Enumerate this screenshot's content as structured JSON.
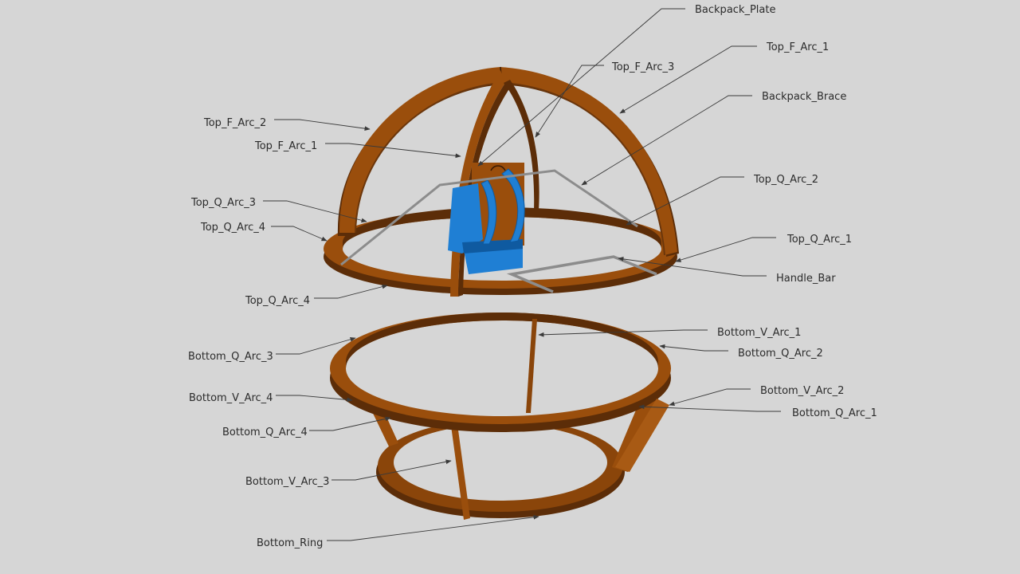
{
  "colors": {
    "background": "#d6d6d6",
    "wood_face": "#9a4e0c",
    "wood_side": "#5c2d08",
    "wood_light": "#b8651c",
    "backpack": "#1f7fd4",
    "backpack_dark": "#0f5aa0",
    "bar": "#8c8c8c",
    "text": "#2b2b2b"
  },
  "labels": {
    "backpack_plate": "Backpack_Plate",
    "top_f_arc_1_right": "Top_F_Arc_1",
    "top_f_arc_3": "Top_F_Arc_3",
    "backpack_brace": "Backpack_Brace",
    "top_f_arc_2": "Top_F_Arc_2",
    "top_f_arc_1_left": "Top_F_Arc_1",
    "top_q_arc_2": "Top_Q_Arc_2",
    "top_q_arc_3": "Top_Q_Arc_3",
    "top_q_arc_4_upper": "Top_Q_Arc_4",
    "top_q_arc_1": "Top_Q_Arc_1",
    "handle_bar": "Handle_Bar",
    "top_q_arc_4_lower": "Top_Q_Arc_4",
    "bottom_v_arc_1": "Bottom_V_Arc_1",
    "bottom_q_arc_3": "Bottom_Q_Arc_3",
    "bottom_q_arc_2": "Bottom_Q_Arc_2",
    "bottom_v_arc_2": "Bottom_V_Arc_2",
    "bottom_v_arc_4": "Bottom_V_Arc_4",
    "bottom_q_arc_1": "Bottom_Q_Arc_1",
    "bottom_q_arc_4": "Bottom_Q_Arc_4",
    "bottom_v_arc_3": "Bottom_V_Arc_3",
    "bottom_ring": "Bottom_Ring"
  }
}
